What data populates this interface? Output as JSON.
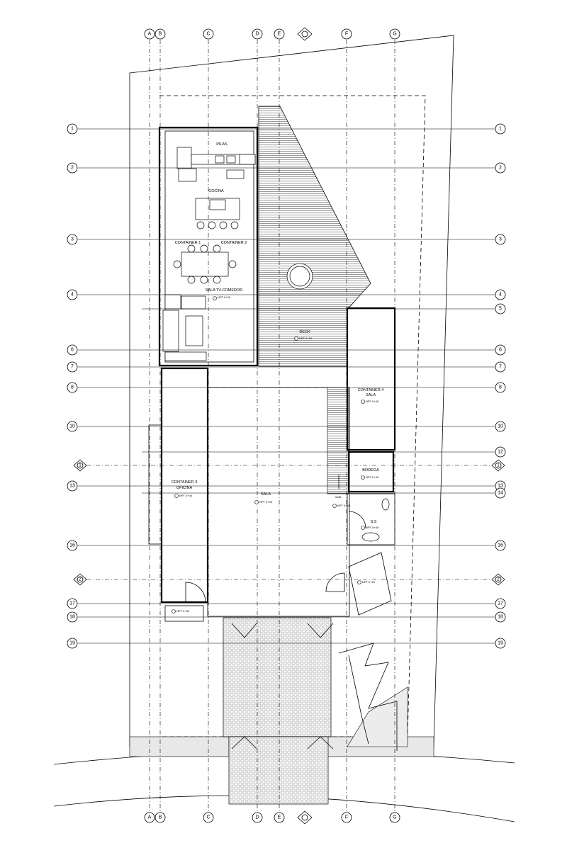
{
  "grid": {
    "columns": [
      "A",
      "B",
      "C",
      "D",
      "E",
      "F",
      "G"
    ],
    "rows": [
      "1",
      "2",
      "3",
      "4",
      "5",
      "6",
      "7",
      "8",
      "10",
      "12",
      "13",
      "14",
      "16",
      "17",
      "18",
      "19"
    ]
  },
  "section_markers": [
    "1",
    "2"
  ],
  "rooms": {
    "pilas": "PILAS",
    "cocina": "COCINA",
    "container1": "CONTAINER 1",
    "container2": "CONTAINER 2",
    "sala_tv": "SALA TV-COMEDOR",
    "deck": "DECK",
    "container4": "CONTAINER 4",
    "container4_sub": "SALA",
    "bodega": "BODEGA",
    "container3": "CONTAINER 3",
    "container3_sub": "OFICINA",
    "sala": "SALA",
    "ss": "S.S"
  },
  "levels": {
    "sala_tv": "NPT 0+00",
    "deck": "NPT 0+10",
    "container4": "NPT 0+40",
    "bodega": "NPT 0+40",
    "container3": "NPT 0+40",
    "sala": "NPT 0+00",
    "passage": "NPT 0+40",
    "ss": "NPT 0+40",
    "entry": "NPT 0+10",
    "porch": "NPT 0+30"
  },
  "notes": {
    "sub": "SUB"
  }
}
